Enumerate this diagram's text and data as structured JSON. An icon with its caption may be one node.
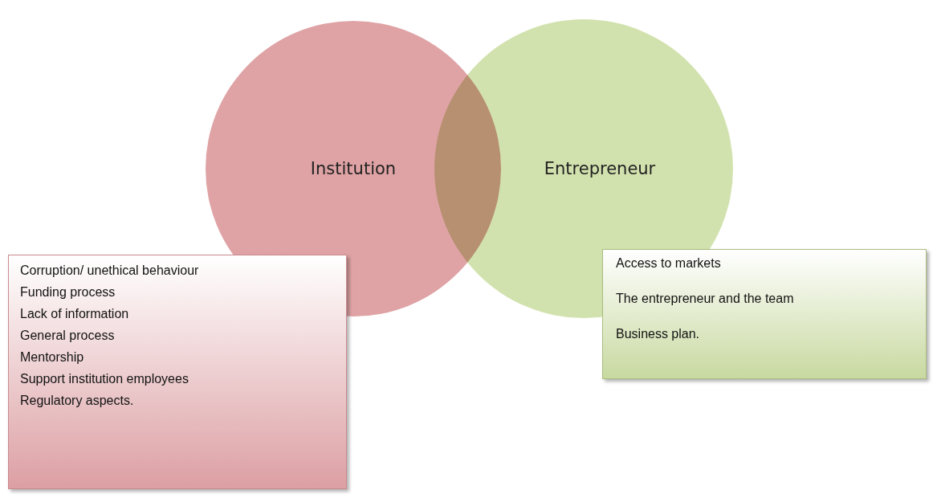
{
  "diagram": {
    "nodes": [
      {
        "text": [
          "Institution"
        ]
      },
      {
        "text": [
          "Entrepreneur"
        ]
      },
      {
        "text": [
          "Corruption/ unethical behaviour",
          "Funding process",
          "Lack of information",
          "General process",
          "Mentorship",
          "Support institution employees",
          "Regulatory aspects."
        ]
      },
      {
        "text": [
          "Access to markets",
          "The entrepreneur and the team",
          "Business plan."
        ]
      }
    ]
  }
}
